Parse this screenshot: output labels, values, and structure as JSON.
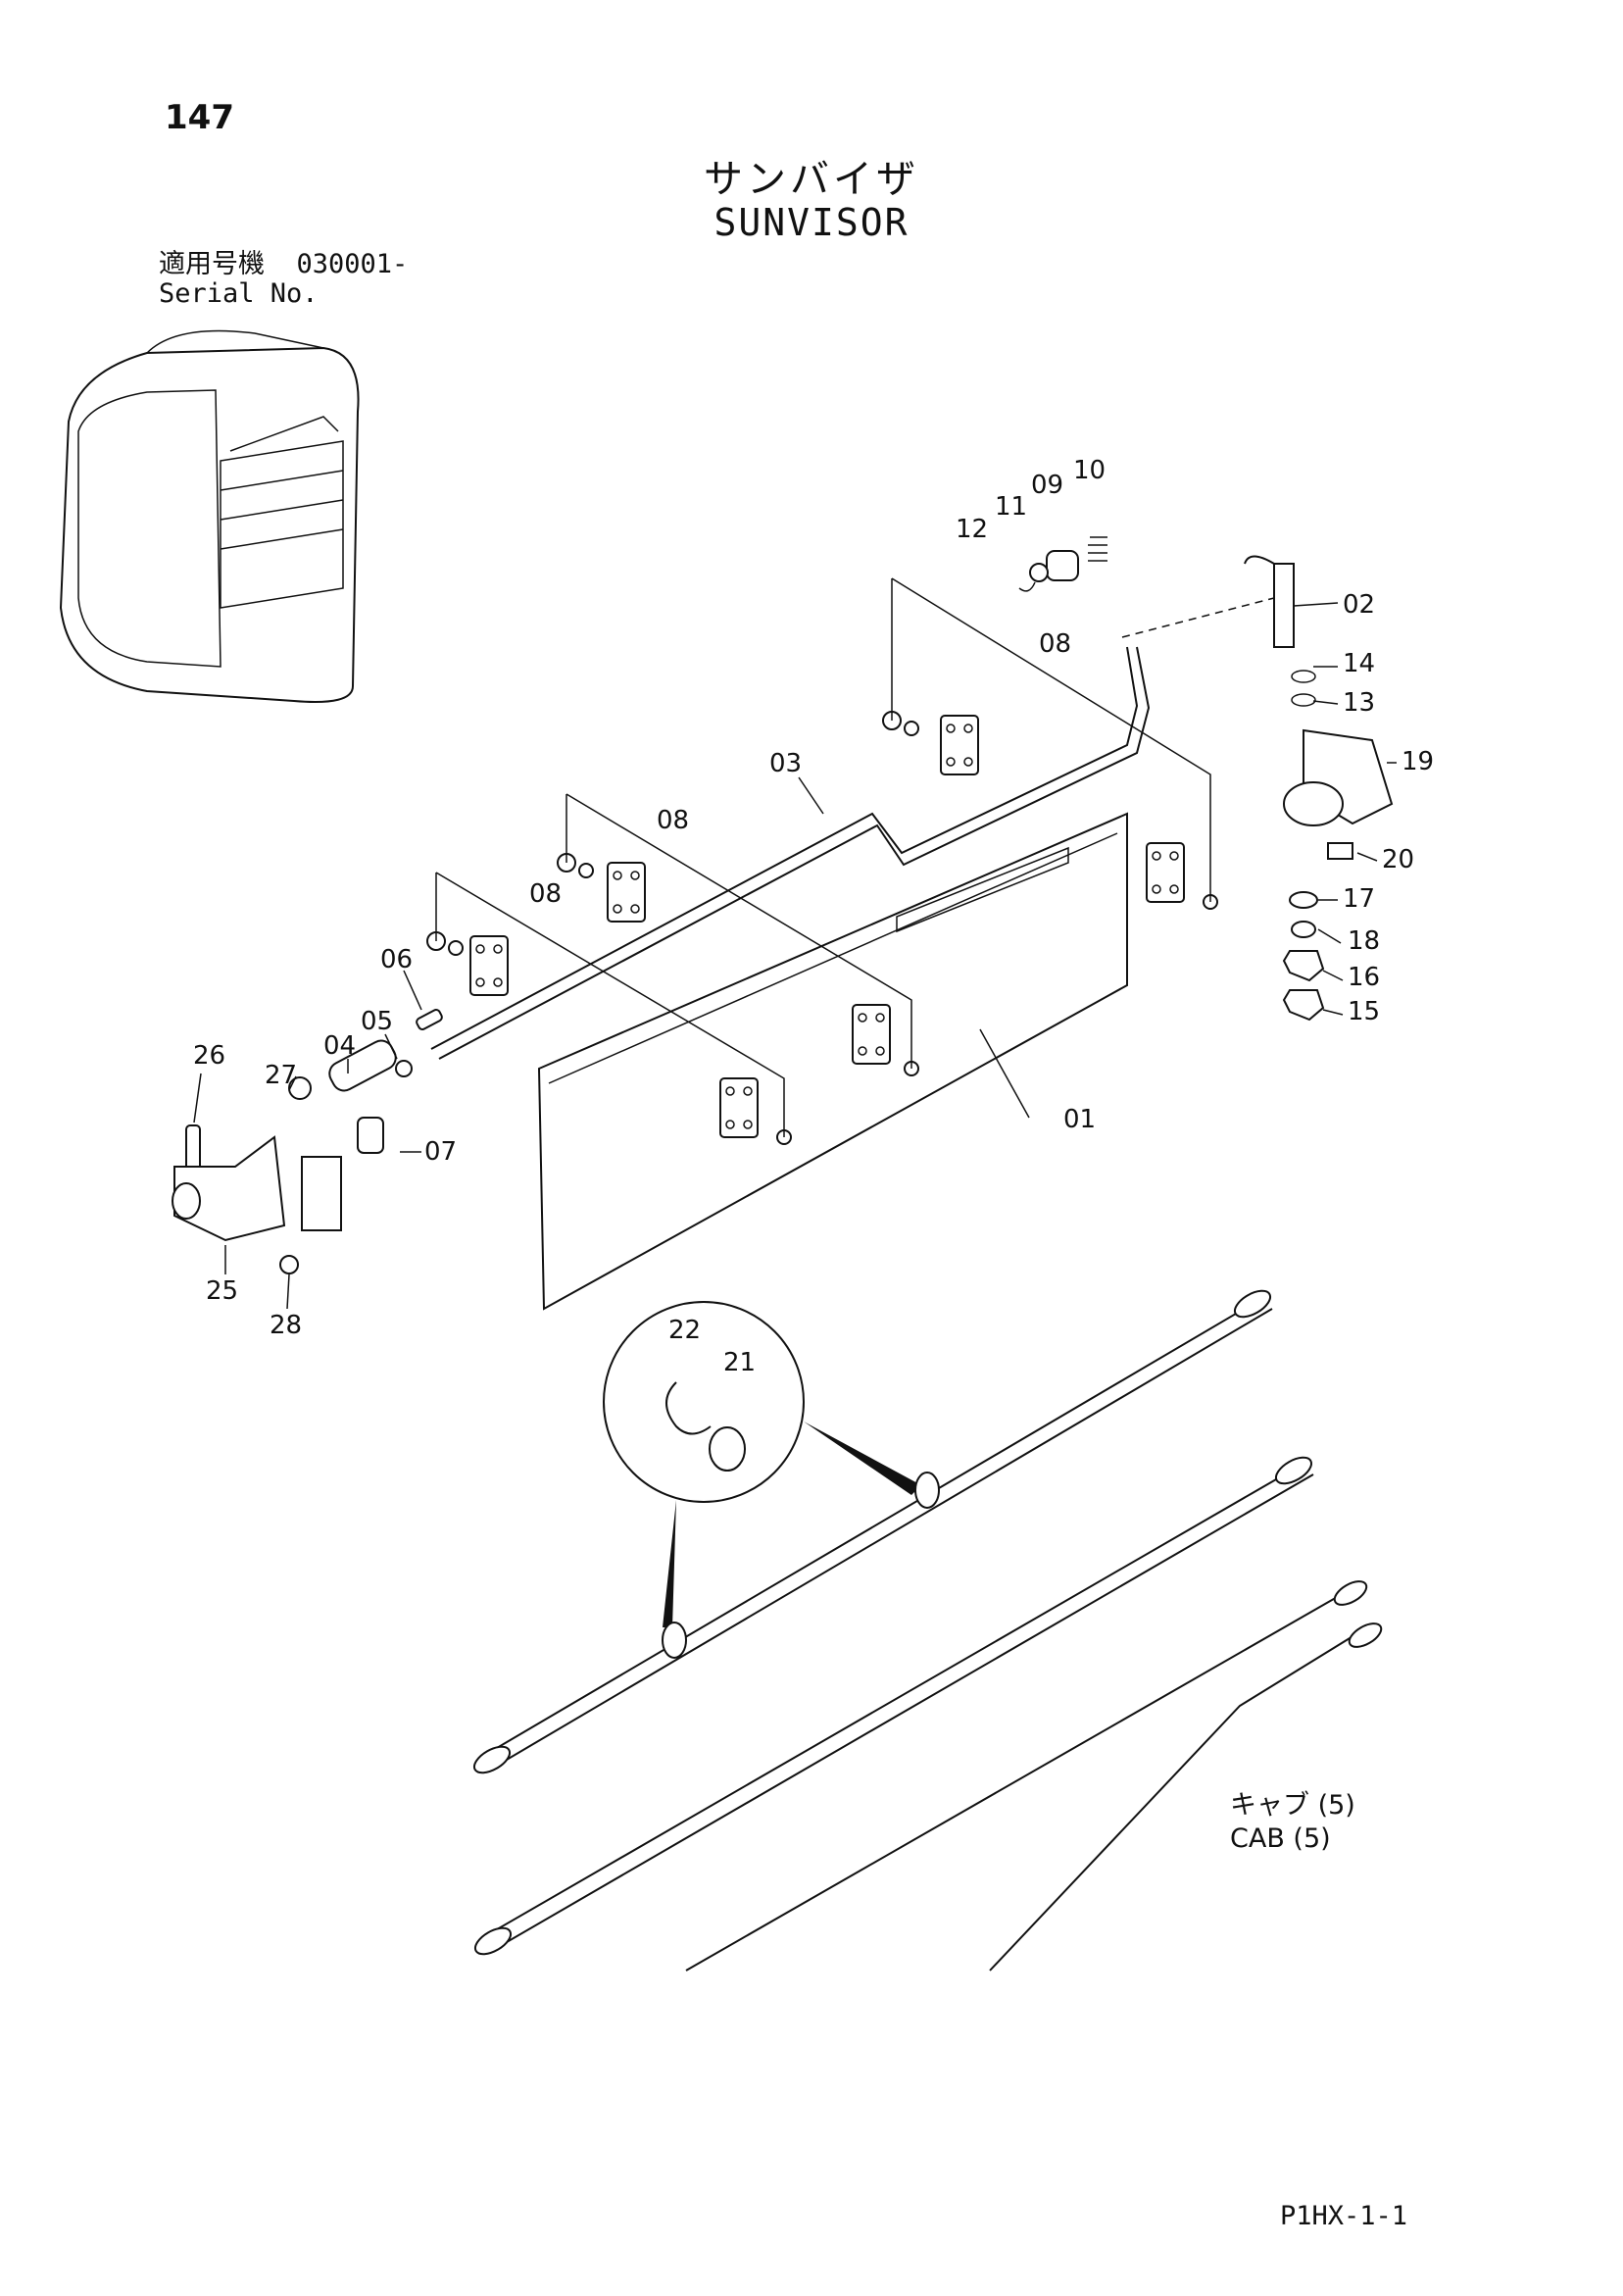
{
  "page": {
    "number": "147",
    "title_jp": "サンバイザ",
    "title_en": "SUNVISOR",
    "serial_label_jp": "適用号機",
    "serial_range": "030001-",
    "serial_label_en": "Serial No.",
    "cab_ref_jp": "キャブ (5)",
    "cab_ref_en": "CAB (5)",
    "footer_code": "P1HX-1-1"
  },
  "callouts": [
    "01",
    "02",
    "03",
    "04",
    "05",
    "06",
    "07",
    "08",
    "08",
    "08",
    "08",
    "09",
    "10",
    "11",
    "12",
    "13",
    "14",
    "15",
    "16",
    "17",
    "18",
    "19",
    "20",
    "21",
    "22",
    "25",
    "26",
    "27",
    "28"
  ]
}
